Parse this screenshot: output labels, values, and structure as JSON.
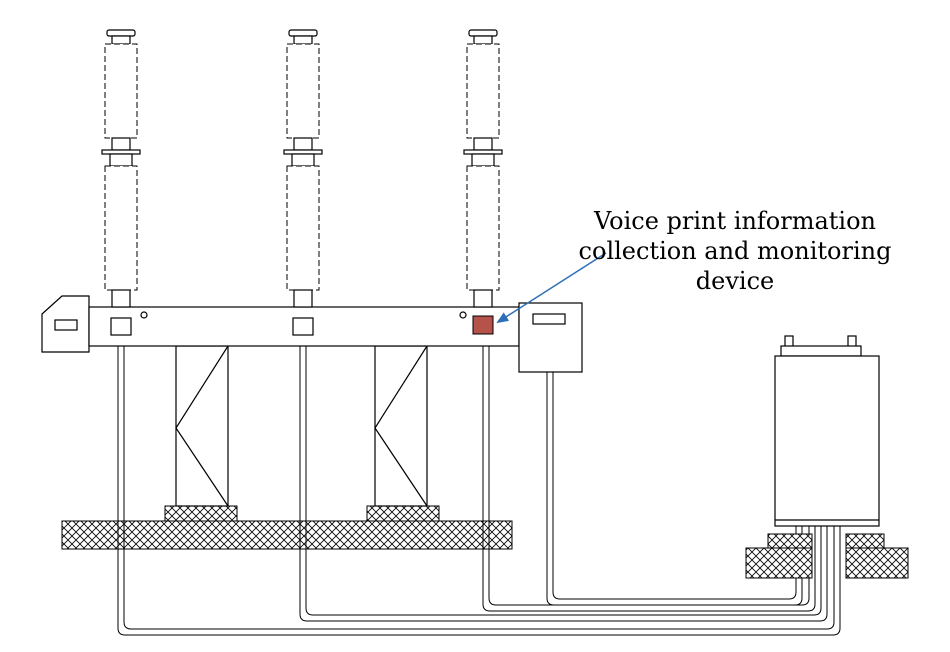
{
  "annotation": {
    "line1": "Voice print information",
    "line2": "collection and monitoring",
    "line3": "device"
  },
  "colors": {
    "sensor": "#b5524a",
    "arrow": "#2e6fb8",
    "stroke": "#000000"
  },
  "icons": {
    "arrow": "arrow-icon",
    "sensor": "sensor-device-icon"
  }
}
